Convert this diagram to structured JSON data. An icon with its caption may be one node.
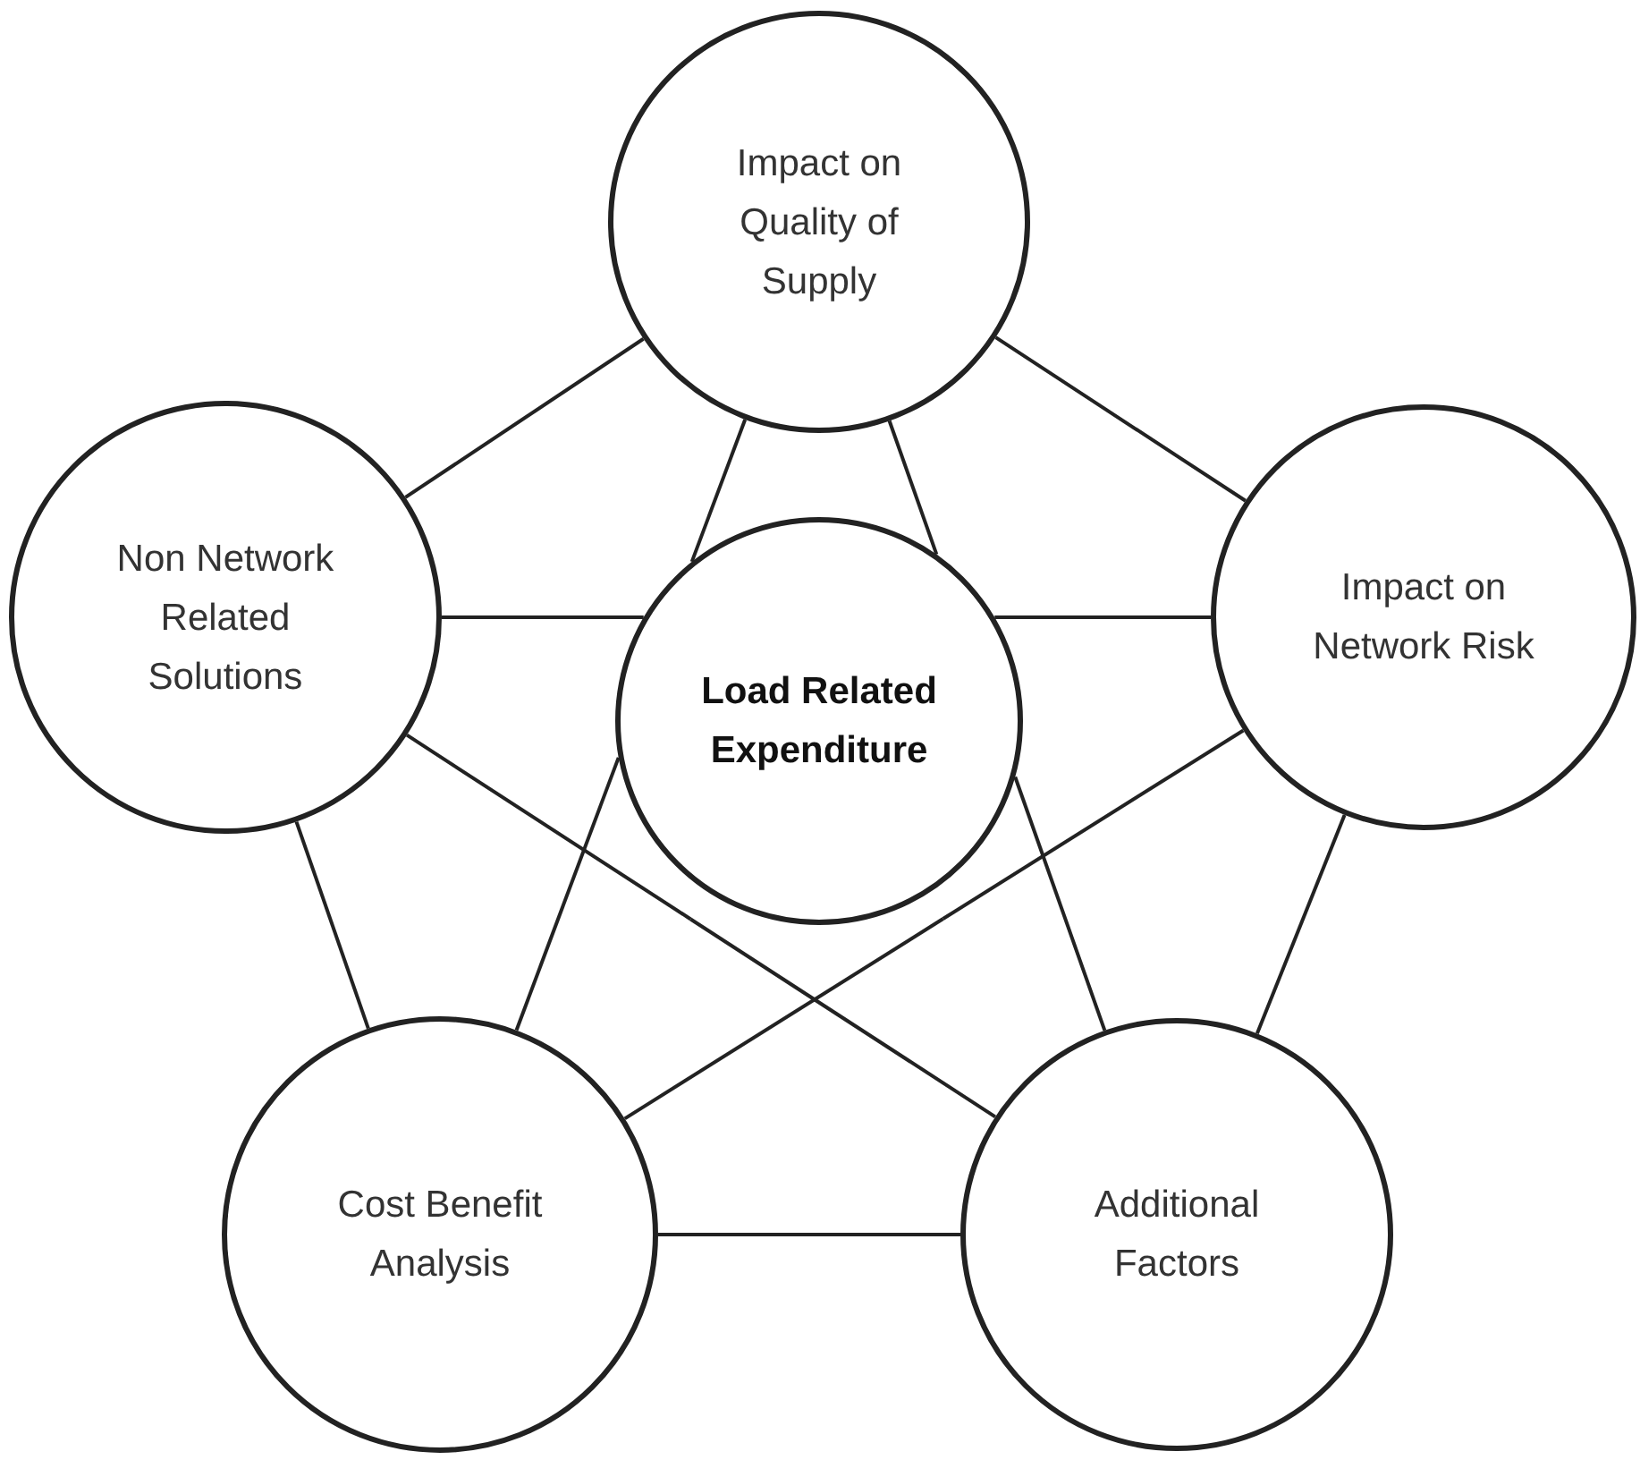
{
  "diagram": {
    "nodes": [
      {
        "text": [
          "Impact on Quality of Supply"
        ]
      },
      {
        "text": [
          "Non Network Related Solutions"
        ]
      },
      {
        "text": [
          "Load Related Expenditure"
        ]
      },
      {
        "text": [
          "Impact on Network Risk"
        ]
      },
      {
        "text": [
          "Cost Benefit Analysis"
        ]
      },
      {
        "text": [
          "Additional Factors"
        ]
      }
    ],
    "edges": [
      {
        "from": 0,
        "to": 1,
        "arrow": "none"
      },
      {
        "from": 0,
        "to": 3,
        "arrow": "none"
      },
      {
        "from": 1,
        "to": 4,
        "arrow": "none"
      },
      {
        "from": 3,
        "to": 5,
        "arrow": "none"
      },
      {
        "from": 4,
        "to": 5,
        "arrow": "none"
      },
      {
        "from": 0,
        "to": 2,
        "arrow": "none"
      },
      {
        "from": 0,
        "to": 2,
        "arrow": "none"
      },
      {
        "from": 1,
        "to": 2,
        "arrow": "none"
      },
      {
        "from": 3,
        "to": 2,
        "arrow": "none"
      },
      {
        "from": 1,
        "to": 2,
        "arrow": "none"
      },
      {
        "from": 3,
        "to": 2,
        "arrow": "none"
      },
      {
        "from": 4,
        "to": 2,
        "arrow": "none"
      },
      {
        "from": 5,
        "to": 2,
        "arrow": "none"
      },
      {
        "from": 4,
        "to": 2,
        "arrow": "none"
      },
      {
        "from": 5,
        "to": 2,
        "arrow": "none"
      }
    ]
  }
}
